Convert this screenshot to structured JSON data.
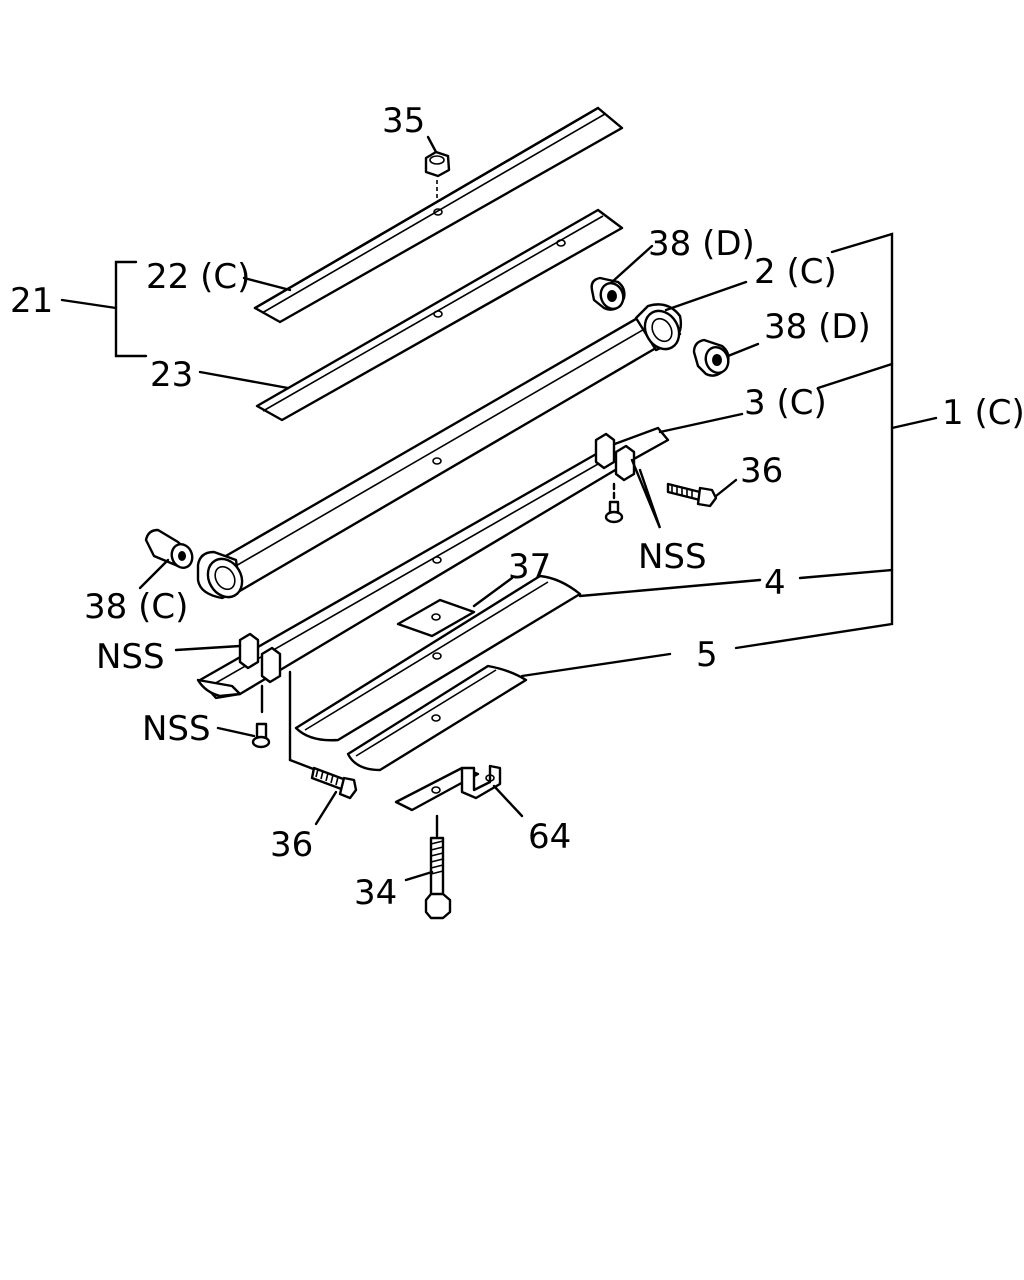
{
  "diagram": {
    "labels": {
      "p35": "35",
      "p22": "22 (C)",
      "p21": "21",
      "p23": "23",
      "p38d_top": "38 (D)",
      "p2": "2 (C)",
      "p38d_right": "38 (D)",
      "p3": "3 (C)",
      "p1": "1 (C)",
      "p36_right": "36",
      "nss_right": "NSS",
      "p37": "37",
      "p4": "4",
      "p38c": "38 (C)",
      "nss_left": "NSS",
      "p5": "5",
      "nss_bottom": "NSS",
      "p36_bottom": "36",
      "p64": "64",
      "p34": "34"
    },
    "colors": {
      "line": "#000000",
      "background": "#ffffff"
    }
  }
}
